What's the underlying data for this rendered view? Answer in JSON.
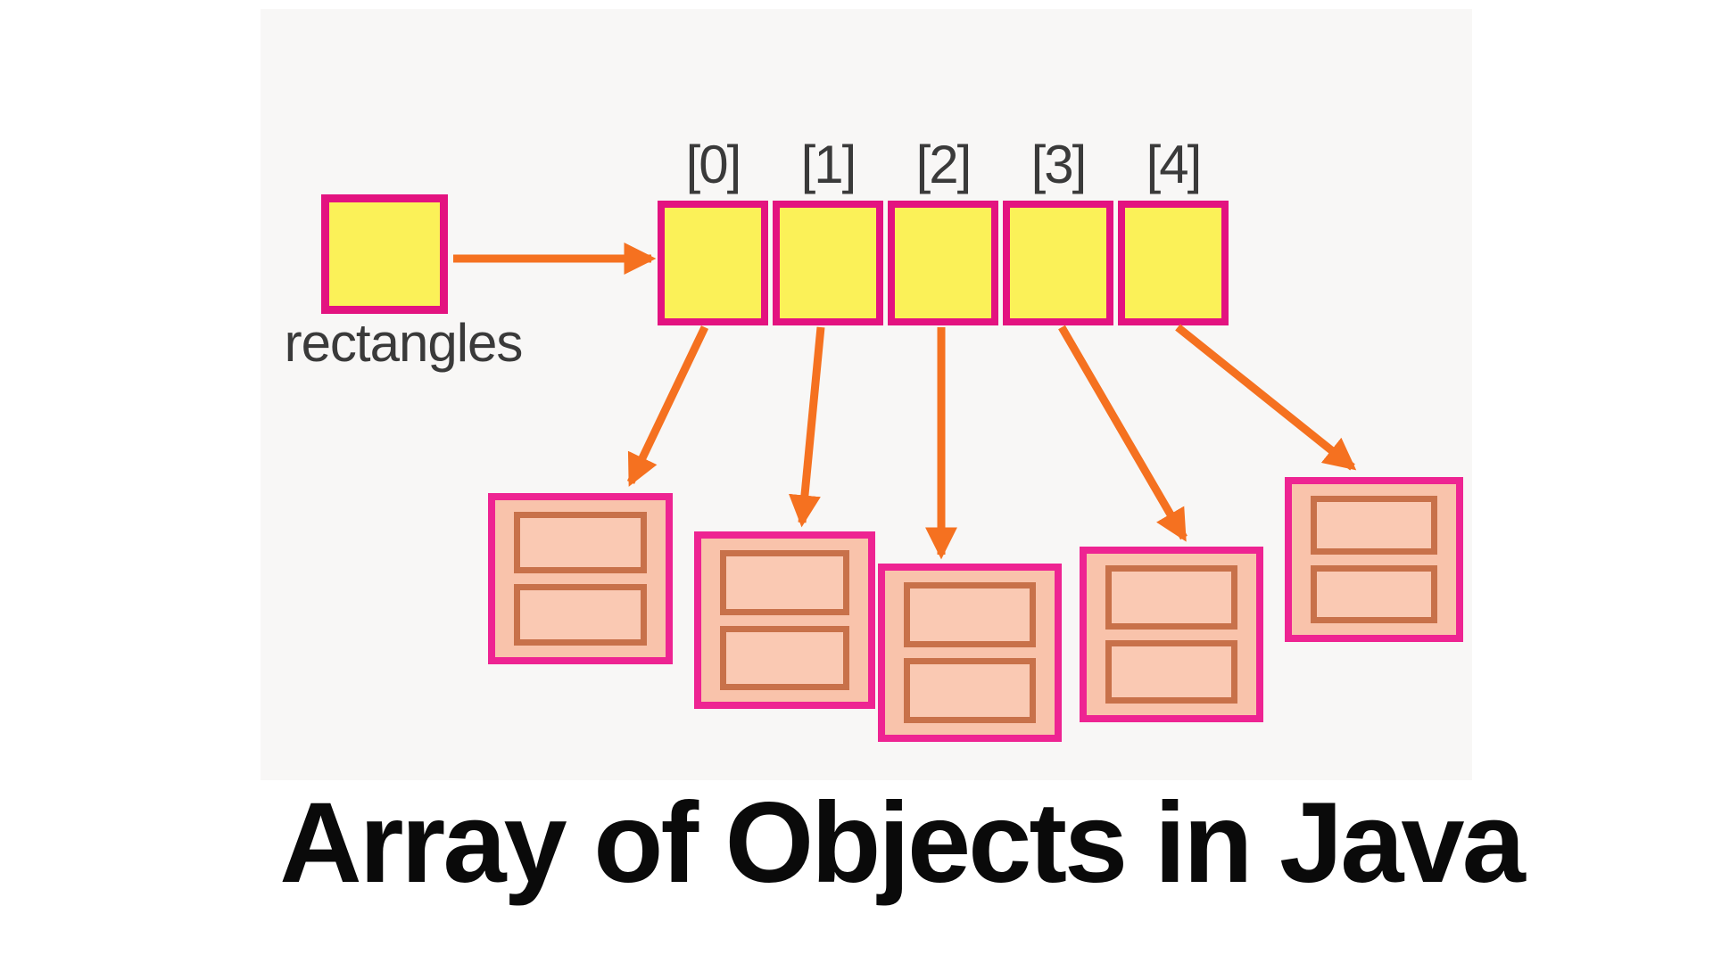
{
  "title": "Array of Objects in Java",
  "diagram": {
    "pointer": {
      "label": "rectangles"
    },
    "array": {
      "index_labels": [
        "[0]",
        "[1]",
        "[2]",
        "[3]",
        "[4]"
      ],
      "cells": [
        "",
        "",
        "",
        "",
        ""
      ]
    },
    "objects": [
      {
        "name": "rectangle-object-0",
        "fields": [
          "",
          ""
        ]
      },
      {
        "name": "rectangle-object-1",
        "fields": [
          "",
          ""
        ]
      },
      {
        "name": "rectangle-object-2",
        "fields": [
          "",
          ""
        ]
      },
      {
        "name": "rectangle-object-3",
        "fields": [
          "",
          ""
        ]
      },
      {
        "name": "rectangle-object-4",
        "fields": [
          "",
          ""
        ]
      }
    ],
    "arrows": [
      {
        "from": "rectangles-reference",
        "to": "array"
      },
      {
        "from": "array-cell-0",
        "to": "rectangle-object-0"
      },
      {
        "from": "array-cell-1",
        "to": "rectangle-object-1"
      },
      {
        "from": "array-cell-2",
        "to": "rectangle-object-2"
      },
      {
        "from": "array-cell-3",
        "to": "rectangle-object-3"
      },
      {
        "from": "array-cell-4",
        "to": "rectangle-object-4"
      }
    ]
  },
  "colors": {
    "panel_background": "#f8f7f6",
    "page_background": "#ffffff",
    "array_border_pink": "#e31380",
    "object_border_magenta": "#ee2492",
    "cell_yellow": "#fbf158",
    "arrow_orange": "#f57120",
    "object_fill_salmon": "#f9c3ab",
    "field_fill_salmon": "#fac9b3",
    "field_border_brown": "#c8714a",
    "label_gray": "#3a3a3a",
    "title_black": "#0a0a0a"
  }
}
